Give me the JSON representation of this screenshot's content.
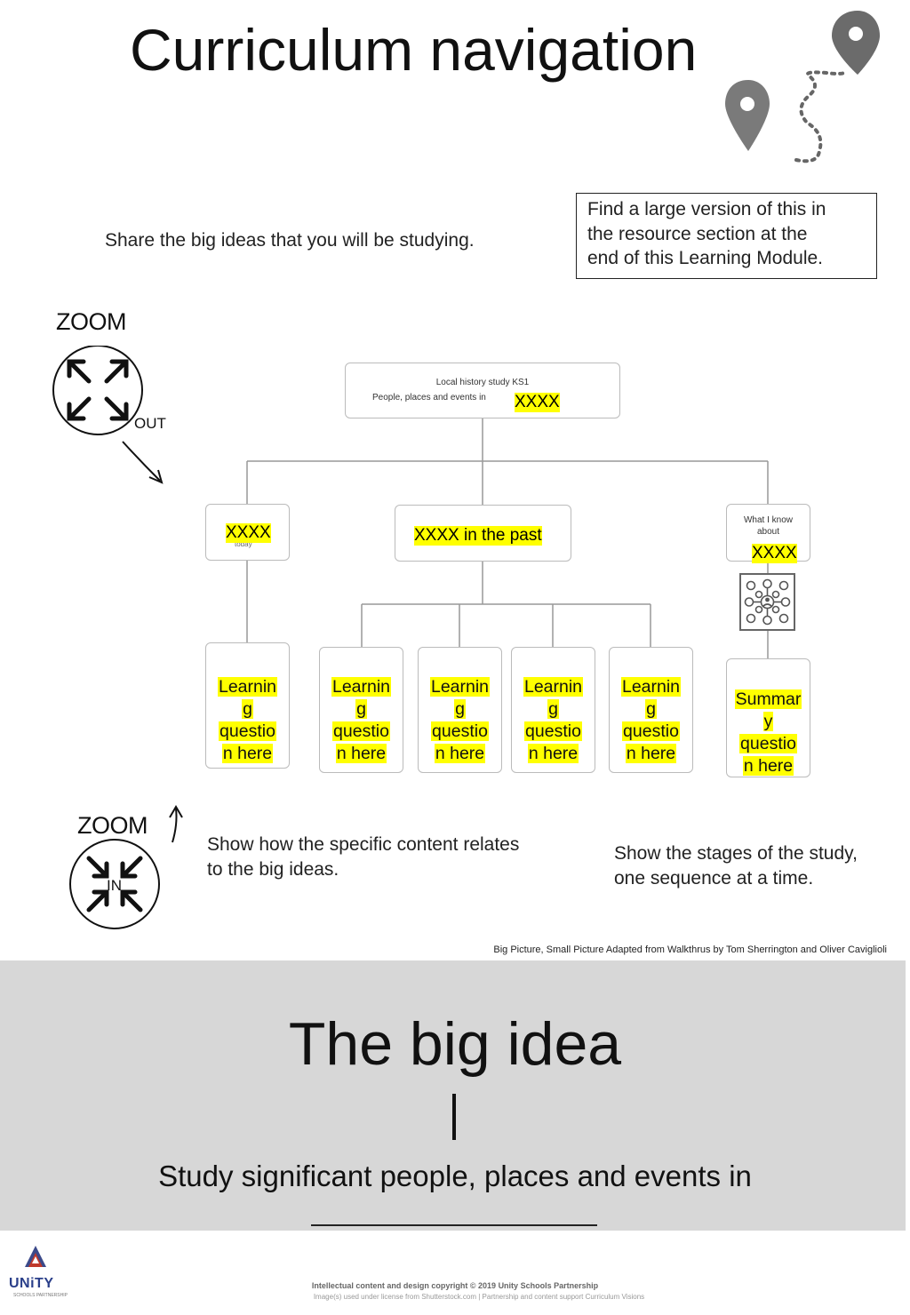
{
  "header": {
    "title": "Curriculum navigation"
  },
  "intro_text": "Share the big ideas that you will be studying.",
  "note_box": {
    "lines": [
      "Find a large version of this in",
      "the resource section at the",
      "end of this Learning Module."
    ]
  },
  "zoom_out": {
    "label": "ZOOM",
    "direction": "OUT"
  },
  "zoom_in": {
    "label": "ZOOM",
    "direction": "IN"
  },
  "diagram": {
    "top_node": {
      "line1": "Local history study KS1",
      "line2": "People, places and events in",
      "placeholder": "XXXX"
    },
    "left_node": {
      "placeholder": "XXXX",
      "hidden_word": "today"
    },
    "center_node": {
      "label": "XXXX in the past"
    },
    "right_node": {
      "line1": "What I know",
      "line2": "about",
      "placeholder": "XXXX"
    },
    "learning_questions": [
      [
        "Learnin",
        "g",
        "questio",
        "n here"
      ],
      [
        "Learnin",
        "g",
        "questio",
        "n here"
      ],
      [
        "Learnin",
        "g",
        "questio",
        "n here"
      ],
      [
        "Learnin",
        "g",
        "questio",
        "n here"
      ],
      [
        "Learnin",
        "g",
        "questio",
        "n here"
      ]
    ],
    "summary_question": [
      "Summar",
      "y",
      "questio",
      "n here"
    ]
  },
  "descriptions": {
    "left": [
      "Show how the specific content relates",
      "to the big ideas."
    ],
    "right": [
      "Show the stages of the study,",
      "one sequence at a time."
    ]
  },
  "credit": "Big Picture, Small Picture Adapted from Walkthrus by Tom Sherrington and Oliver Caviglioli",
  "big_idea": {
    "title": "The big idea",
    "subtitle": "Study significant people, places and events in"
  },
  "footer": {
    "logo_text": "UNiTY",
    "logo_tag": "SCHOOLS PARTNERSHIP",
    "copyright": "Intellectual content and design copyright © 2019 Unity Schools Partnership",
    "license": "Image(s) used under license from Shutterstock.com  | Partnership and content support Curriculum Visions"
  },
  "colors": {
    "highlight": "#ffff00",
    "panel_gray": "#d7d7d7",
    "logo_blue": "#2a3f8a",
    "logo_red": "#c0392b"
  }
}
